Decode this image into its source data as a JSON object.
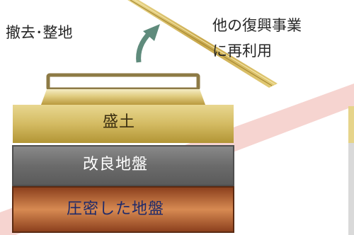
{
  "labels": {
    "removal": "撤去･整地",
    "reuse_line1": "他の復興事業",
    "reuse_line2": "に再利用"
  },
  "layers": {
    "embankment": "盛土",
    "improved_ground": "改良地盤",
    "compacted_ground": "圧密した地盤"
  },
  "colors": {
    "gold_light": "#f1e3a0",
    "gold_mid": "#d8c16a",
    "gold_dark": "#b89a3a",
    "improved_gray": "#6e6e6e",
    "compacted_brown": "#a8542a",
    "arrow_teal": "#5f8b7c",
    "ribbon_pink": "#f2c9c4",
    "plank": "#c9a84b",
    "plank_outline": "#8a6e2e"
  },
  "icons": [
    "up-arrow-icon",
    "plank-icon"
  ]
}
